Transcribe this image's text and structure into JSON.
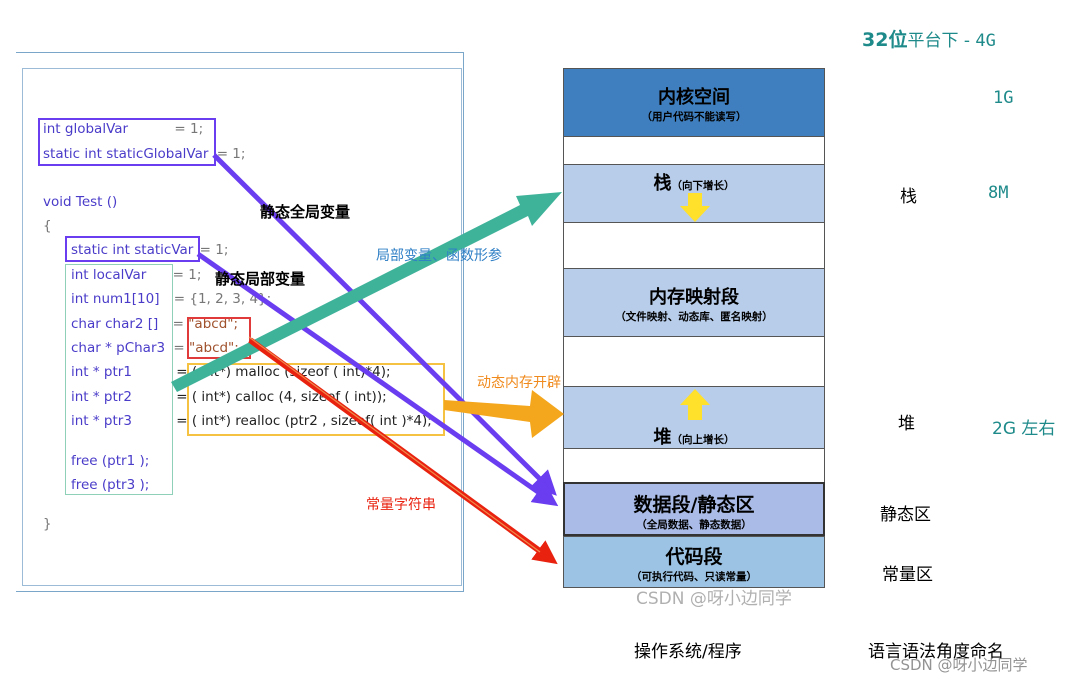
{
  "code": {
    "global1": {
      "decl": "int globalVar",
      "assign": "= 1;"
    },
    "global2": {
      "decl": "static int staticGlobalVar",
      "assign": "= 1;"
    },
    "func": "void Test ()",
    "open": "{",
    "static_local": {
      "decl": "static int staticVar",
      "assign": "= 1;"
    },
    "local": {
      "decl": "int localVar",
      "assign": "= 1;"
    },
    "num1": {
      "decl": "int num1[10]",
      "assign": "= {1, 2, 3, 4};"
    },
    "char2": {
      "decl": "char char2 []",
      "eq": "=",
      "str": "\"abcd\";"
    },
    "pchar3": {
      "decl": "char * pChar3",
      "eq": "=",
      "str": "\"abcd\";"
    },
    "ptr1": {
      "decl": "int * ptr1",
      "assign": "= ( int*) malloc (sizeof ( int)*4);"
    },
    "ptr2": {
      "decl": "int * ptr2",
      "assign": "= ( int*) calloc (4, sizeof ( int));"
    },
    "ptr3": {
      "decl": "int * ptr3",
      "assign": "= ( int*) realloc (ptr2 , sizeof( int )*4);"
    },
    "free1": "free (ptr1 );",
    "free3": "free (ptr3 );",
    "close": "}"
  },
  "annotations": {
    "static_global": "静态全局变量",
    "static_local": "静态局部变量",
    "local_params": "局部变量、函数形参",
    "dynamic": "动态内存开辟",
    "const_str": "常量字符串"
  },
  "memory": {
    "kernel": {
      "title": "内核空间",
      "sub": "（用户代码不能读写）"
    },
    "stack": {
      "title": "栈",
      "sub": "（向下增长）"
    },
    "mmap": {
      "title": "内存映射段",
      "sub": "（文件映射、动态库、匿名映射）"
    },
    "heap": {
      "title": "堆",
      "sub": "（向上增长）"
    },
    "data": {
      "title": "数据段/静态区",
      "sub": "（全局数据、静态数据）"
    },
    "code": {
      "title": "代码段",
      "sub": "（可执行代码、只读常量）"
    }
  },
  "right": {
    "header_bold": "32位",
    "header_rest": "平台下 -  ",
    "header_size": "4G",
    "kernel_size": "1G",
    "stack_name": "栈",
    "stack_size": "8M",
    "heap_name": "堆",
    "heap_size": "2G 左右",
    "static_name": "静态区",
    "const_name": "常量区"
  },
  "footer": {
    "os": "操作系统/程序",
    "lang": "语言语法角度命名",
    "wm1": "CSDN @呀小边同学",
    "wm2": "CSDN @呀小边同学"
  },
  "colors": {
    "purple": "#6a3df0",
    "teal": "#3fb39a",
    "orange": "#f4a61c",
    "red": "#e8220f",
    "kernel_blue": "#3f7fbf",
    "light_blue": "#b8cdea"
  }
}
